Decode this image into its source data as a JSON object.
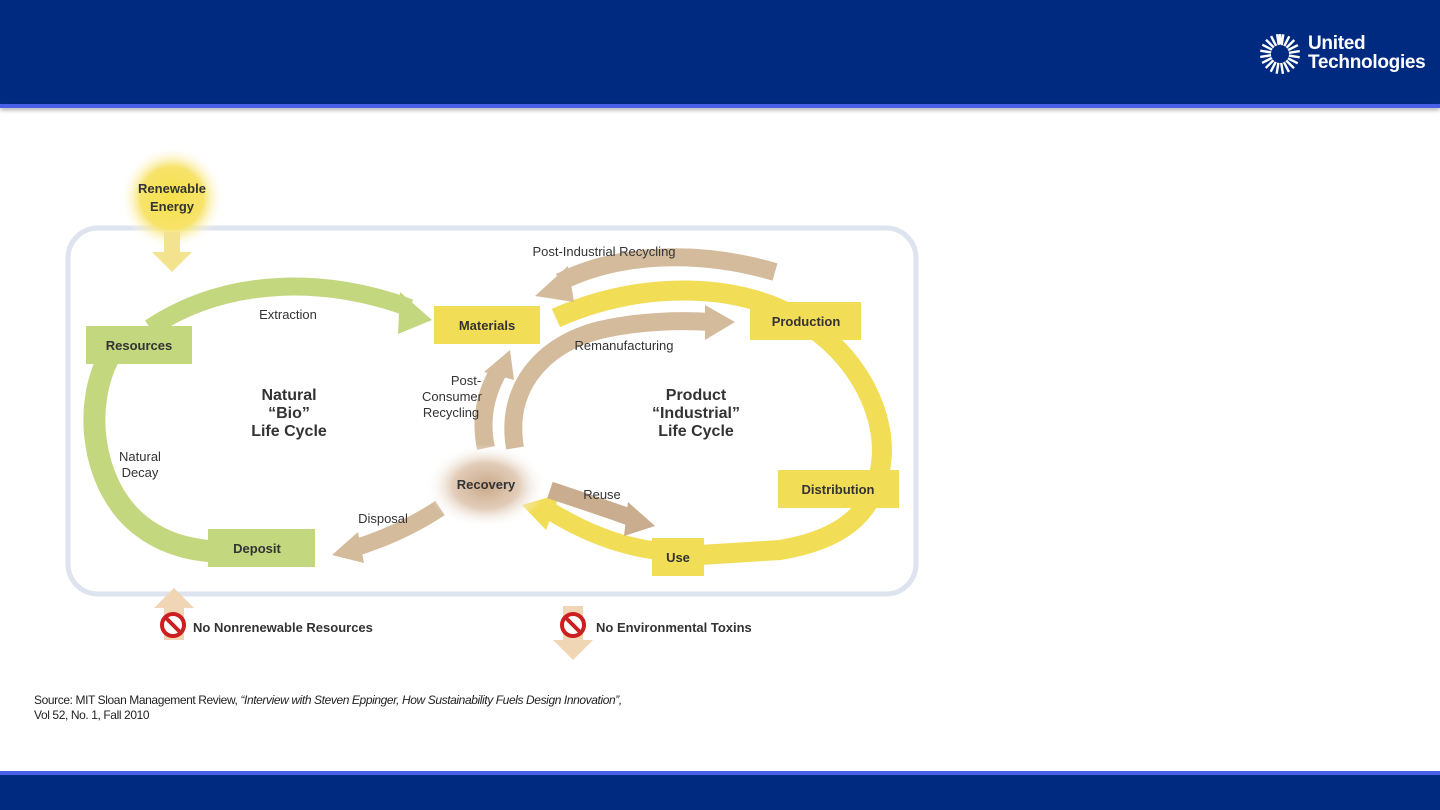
{
  "logo": {
    "line1": "United",
    "line2": "Technologies"
  },
  "diagram": {
    "renewable_energy": [
      "Renewable",
      "Energy"
    ],
    "nodes": {
      "resources": "Resources",
      "materials": "Materials",
      "production": "Production",
      "distribution": "Distribution",
      "use": "Use",
      "recovery": "Recovery",
      "deposit": "Deposit"
    },
    "flows": {
      "extraction": "Extraction",
      "post_industrial": "Post-Industrial Recycling",
      "remanufacturing": "Remanufacturing",
      "post_consumer": [
        "Post-",
        "Consumer",
        "Recycling"
      ],
      "natural_decay": [
        "Natural",
        "Decay"
      ],
      "disposal": "Disposal",
      "reuse": "Reuse"
    },
    "cycles": {
      "natural": [
        "Natural",
        "“Bio”",
        "Life Cycle"
      ],
      "product": [
        "Product",
        "“Industrial”",
        "Life Cycle"
      ]
    },
    "constraints": {
      "no_nonrenewable": "No Nonrenewable Resources",
      "no_toxins": "No Environmental Toxins"
    }
  },
  "source": {
    "prefix": "Source:  MIT  Sloan Management Review, ",
    "title": "“Interview with Steven Eppinger, How Sustainability Fuels Design Innovation”,",
    "suffix": " Vol 52, No. 1, Fall 2010"
  },
  "colors": {
    "header": "#002a80",
    "accent_line": "#4a5fe8",
    "green": "#bfd47a",
    "yellow": "#f2dc55",
    "tan": "#d1b99b",
    "node_box": "#f0da55"
  }
}
